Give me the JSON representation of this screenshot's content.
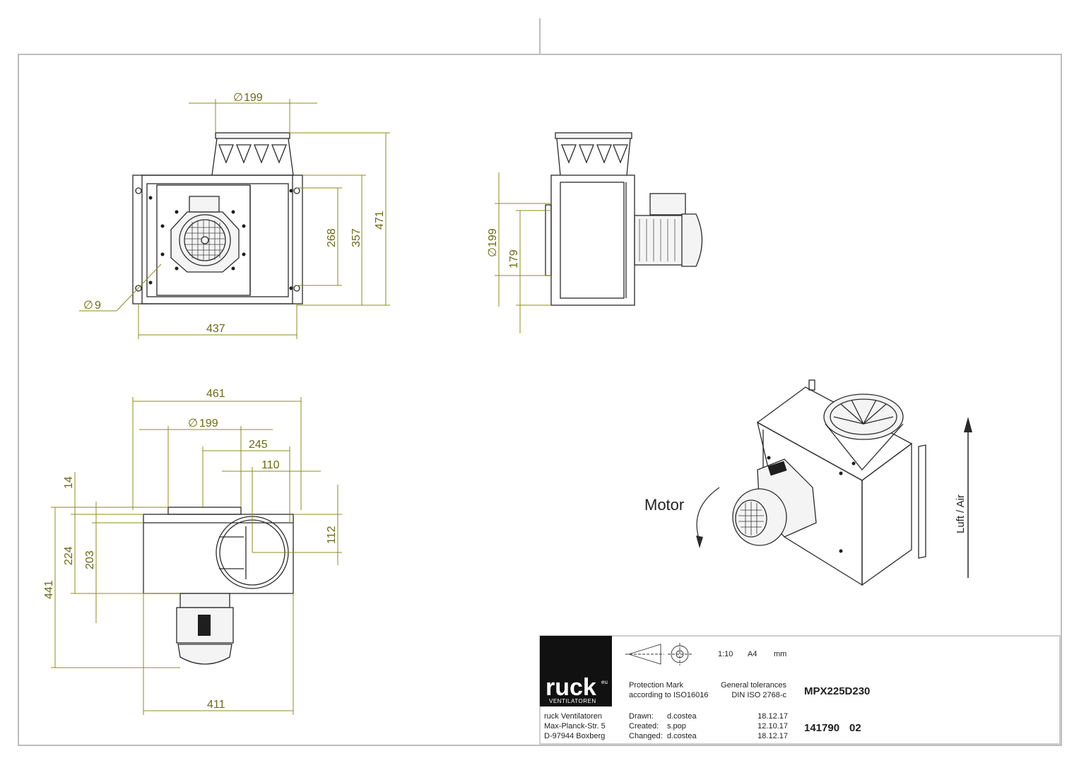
{
  "views": {
    "front": {
      "dia_top": "199",
      "height_total": "471",
      "h357": "357",
      "h268": "268",
      "hole": "9",
      "width": "437"
    },
    "side": {
      "dia": "199",
      "offset": "179"
    },
    "top": {
      "w461": "461",
      "dia": "199",
      "w245": "245",
      "w110": "110",
      "h14": "14",
      "h224": "224",
      "h203": "203",
      "h441": "441",
      "h112": "112",
      "w411": "411"
    }
  },
  "labels": {
    "motor": "Motor",
    "air": "Luft / Air"
  },
  "title_block": {
    "logo_text": "ruck",
    "logo_sup": "eu",
    "logo_sub": "VENTILATOREN",
    "scale": "1:10",
    "paper": "A4",
    "unit": "mm",
    "protection_line1": "Protection Mark",
    "protection_line2": "according to ISO16016",
    "tol_line1": "General tolerances",
    "tol_line2": "DIN ISO 2768-c",
    "model": "MPX225D230",
    "company": "ruck Ventilatoren",
    "street": "Max-Planck-Str. 5",
    "city": "D-97944 Boxberg",
    "drawn_label": "Drawn:",
    "drawn_by": "d.costea",
    "drawn_date": "18.12.17",
    "created_label": "Created:",
    "created_by": "s.pop",
    "created_date": "12.10.17",
    "changed_label": "Changed:",
    "changed_by": "d.costea",
    "changed_date": "18.12.17",
    "doc_number": "141790",
    "revision": "02"
  },
  "colors": {
    "dimension": "#8e8c1a",
    "frame": "#bdbdbd",
    "ink": "#1e1e1e"
  }
}
